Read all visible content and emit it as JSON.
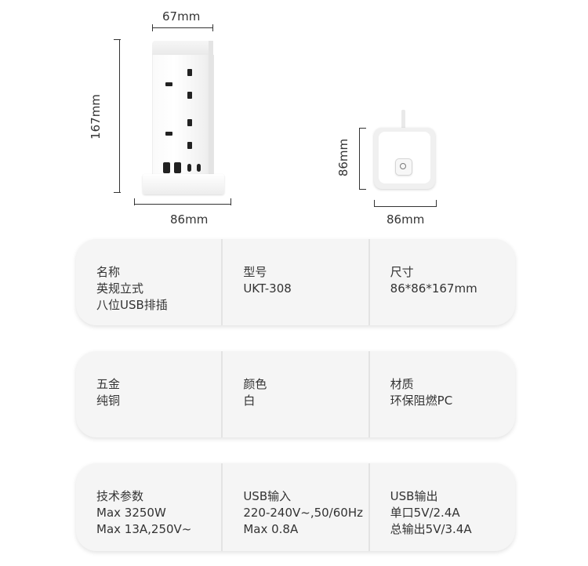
{
  "dimensions": {
    "tower_width": "67mm",
    "tower_height": "167mm",
    "tower_base_width": "86mm",
    "cube_height": "86mm",
    "cube_width": "86mm"
  },
  "specs": [
    [
      {
        "label": "名称",
        "lines": [
          "英规立式",
          "八位USB排插"
        ]
      },
      {
        "label": "型号",
        "lines": [
          "UKT-308"
        ]
      },
      {
        "label": "尺寸",
        "lines": [
          "86*86*167mm"
        ]
      }
    ],
    [
      {
        "label": "五金",
        "lines": [
          "纯铜"
        ]
      },
      {
        "label": "颜色",
        "lines": [
          "白"
        ]
      },
      {
        "label": "材质",
        "lines": [
          "环保阻燃PC"
        ]
      }
    ],
    [
      {
        "label": "技术参数",
        "lines": [
          "Max 3250W",
          "Max 13A,250V~"
        ]
      },
      {
        "label": "USB输入",
        "lines": [
          "220-240V~,50/60Hz",
          "Max 0.8A"
        ]
      },
      {
        "label": "USB输出",
        "lines": [
          "单口5V/2.4A",
          "总输出5V/3.4A"
        ]
      }
    ]
  ]
}
